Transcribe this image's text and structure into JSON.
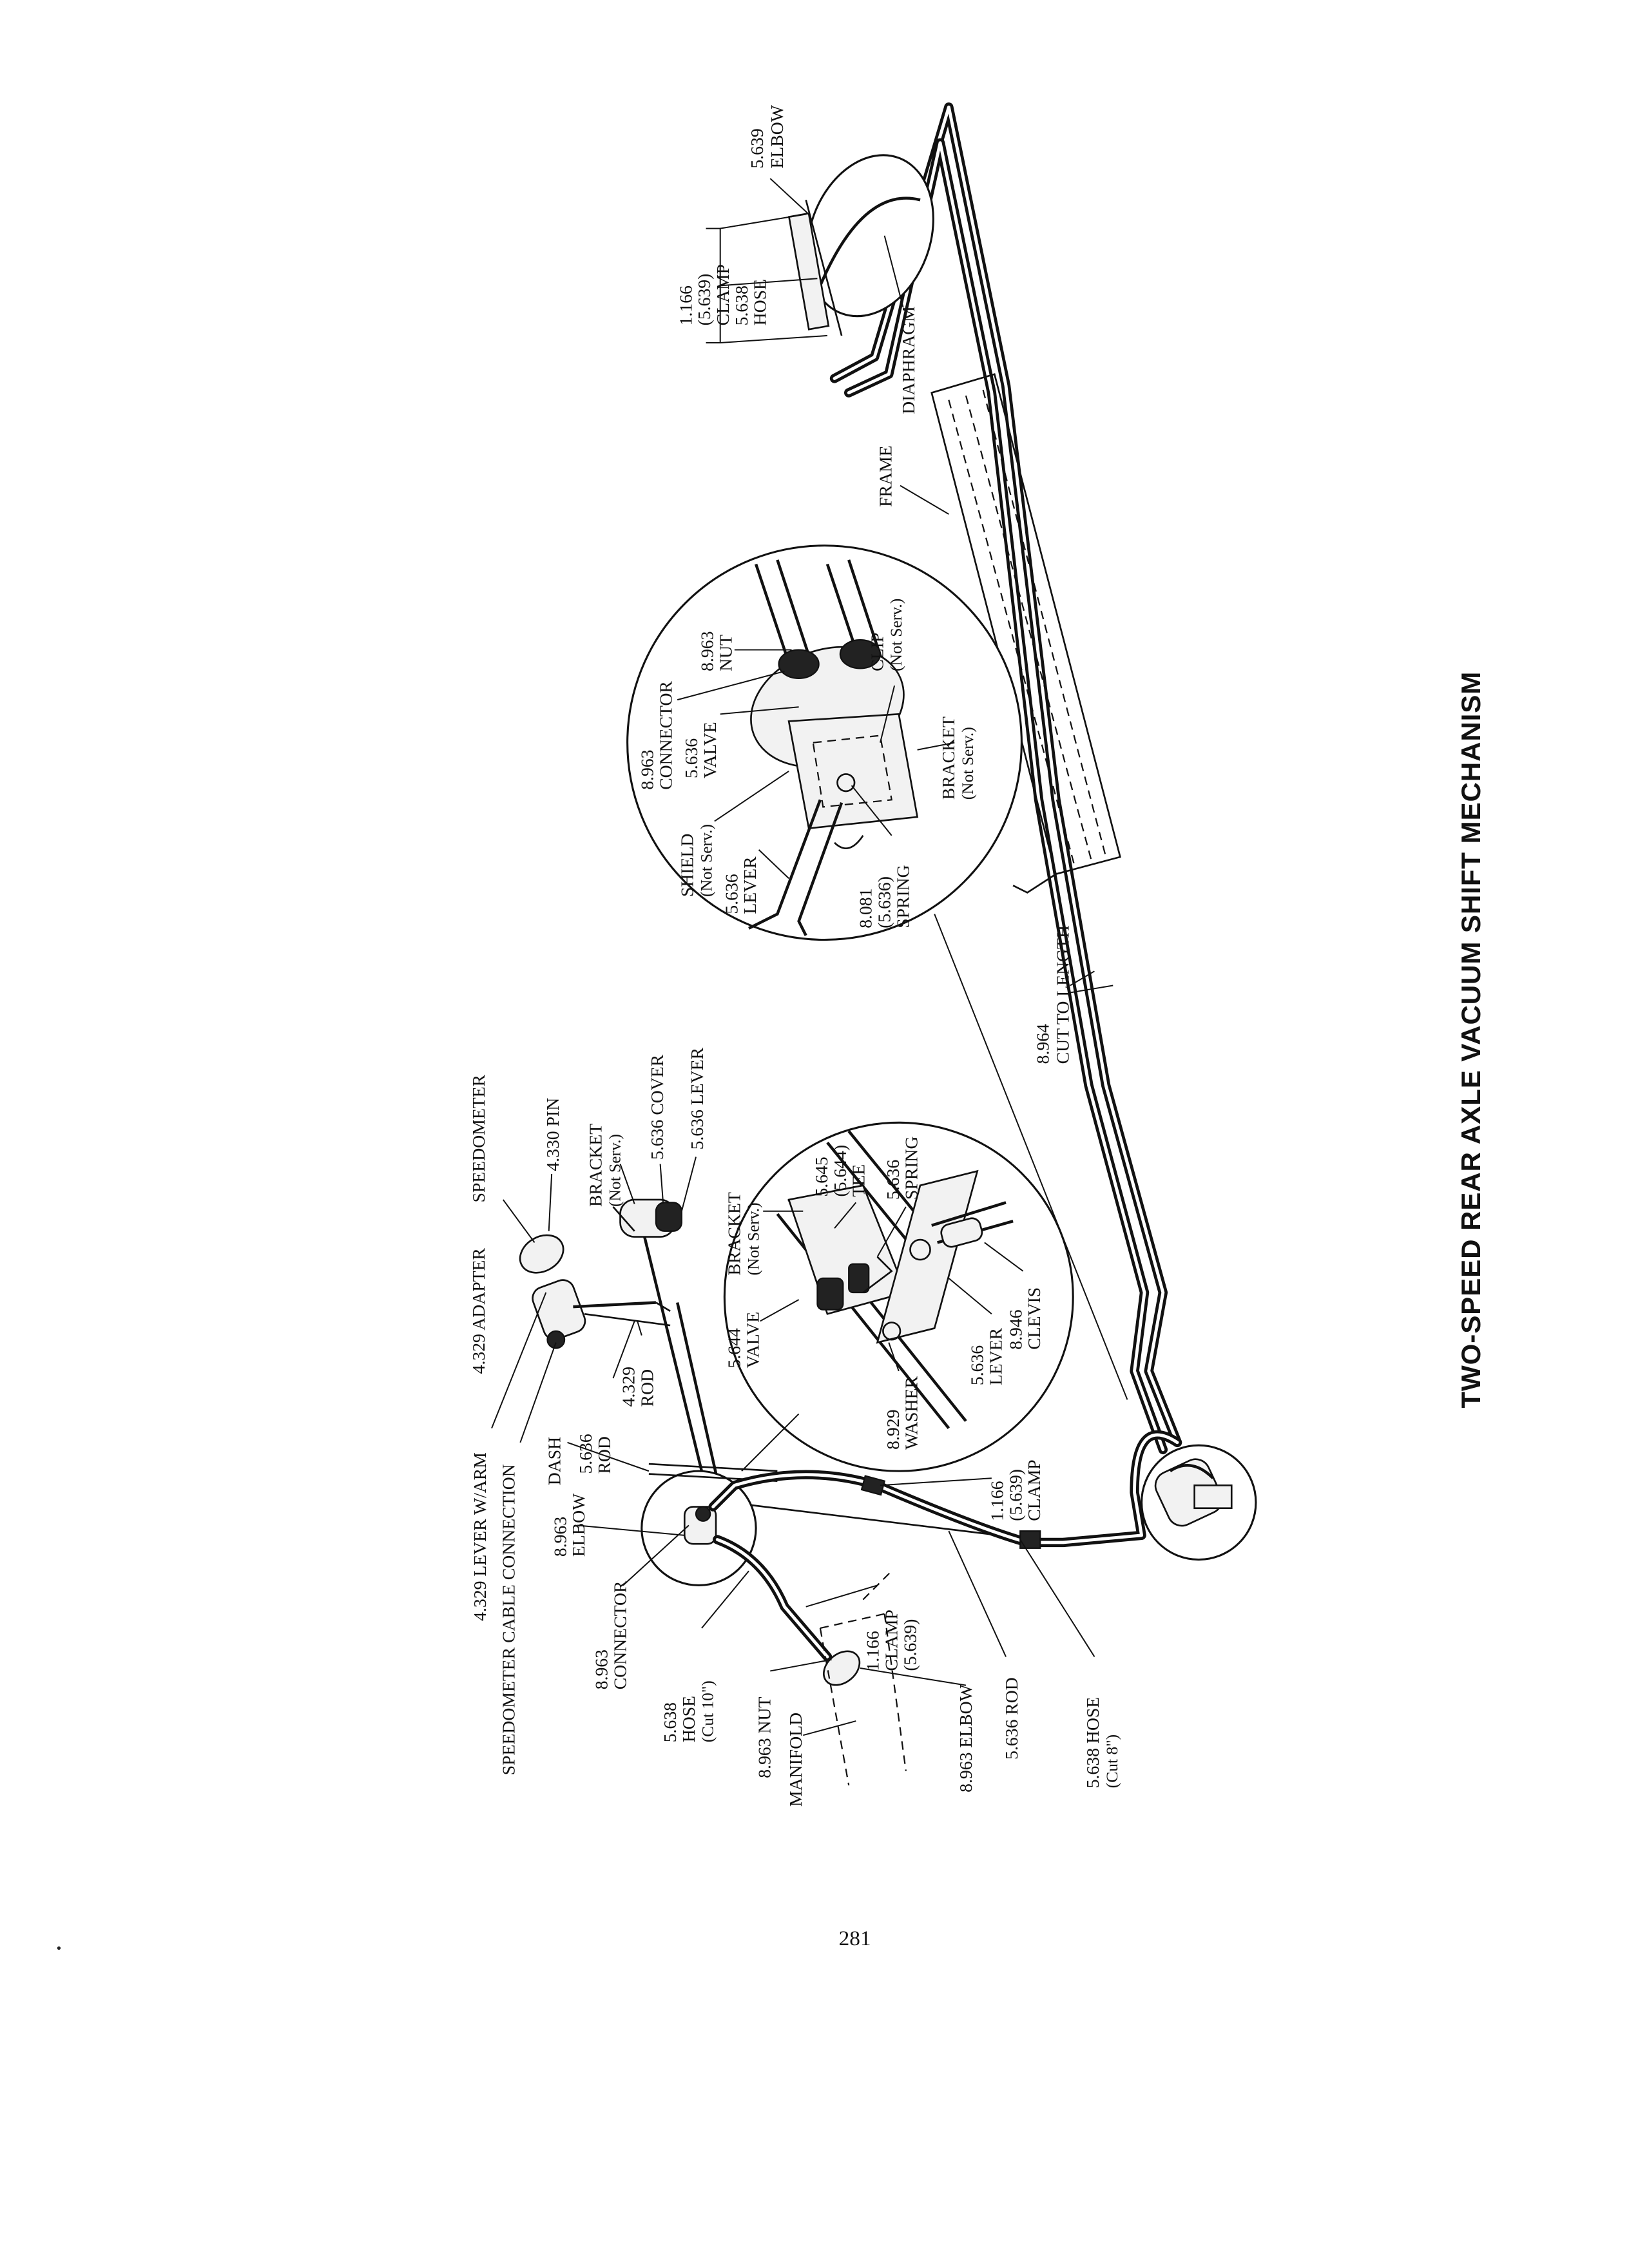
{
  "title": "TWO-SPEED REAR AXLE VACUUM SHIFT MECHANISM",
  "page_number": "281",
  "labels": {
    "speedometer": "SPEEDOMETER",
    "pin_4330": "4.330 PIN",
    "adapter_4329": "4.329 ADAPTER",
    "lever_4329": "4.329 LEVER W/ARM",
    "speedo_cable_conn": "SPEEDOMETER CABLE CONNECTION",
    "bracket_top_1": "BRACKET",
    "bracket_top_2": "(Not Serv.)",
    "cover_5636": "5.636 COVER",
    "lever_5636_top": "5.636 LEVER",
    "rod_4329_1": "4.329",
    "rod_4329_2": "ROD",
    "rod_5636_top_1": "5.636",
    "rod_5636_top_2": "ROD",
    "dash": "DASH",
    "elbow_8963_1": "8.963",
    "elbow_8963_2": "ELBOW",
    "connector_8963_1": "8.963",
    "connector_8963_2": "CONNECTOR",
    "hose_5638_l_1": "5.638",
    "hose_5638_l_2": "HOSE",
    "hose_5638_l_3": "(Cut 10\")",
    "nut_8963": "8.963 NUT",
    "manifold": "MANIFOLD",
    "clamp_1166_l_1": "1.166",
    "clamp_1166_l_2": "CLAMP",
    "clamp_1166_l_3": "(5.639)",
    "elbow_8963_low": "8.963 ELBOW",
    "rod_5636_low": "5.636 ROD",
    "hose_5638_cut8_1": "5.638 HOSE",
    "hose_5638_cut8_2": "(Cut 8\")",
    "clamp_1166_m_1": "1.166",
    "clamp_1166_m_2": "(5.639)",
    "clamp_1166_m_3": "CLAMP",
    "valve_5644_1": "5.644",
    "valve_5644_2": "VALVE",
    "bracket_mid_1": "BRACKET",
    "bracket_mid_2": "(Not Serv.)",
    "tee_5645_1": "5.645",
    "tee_5645_2": "(5.644)",
    "tee_5645_3": "TEE",
    "spring_5636_1": "5.636",
    "spring_5636_2": "SPRING",
    "washer_8929_1": "8.929",
    "washer_8929_2": "WASHER",
    "lever_5636_mid_1": "5.636",
    "lever_5636_mid_2": "LEVER",
    "clevis_8946_1": "8.946",
    "clevis_8946_2": "CLEVIS",
    "shield_1": "SHIELD",
    "shield_2": "(Not Serv.)",
    "lever_5636_det_1": "5.636",
    "lever_5636_det_2": "LEVER",
    "connector_8963_det_1": "8.963",
    "connector_8963_det_2": "CONNECTOR",
    "valve_5636_1": "5.636",
    "valve_5636_2": "VALVE",
    "nut_8963_det_1": "8.963",
    "nut_8963_det_2": "NUT",
    "clip_1": "CLIP",
    "clip_2": "(Not Serv.)",
    "bracket_det_1": "BRACKET",
    "bracket_det_2": "(Not Serv.)",
    "spring_8081_1": "8.081",
    "spring_8081_2": "(5.636)",
    "spring_8081_3": "SPRING",
    "cut_8964_1": "8.964",
    "cut_8964_2": "CUT TO LENGTH",
    "frame": "FRAME",
    "diaphragm": "DIAPHRAGM",
    "clamp_1166_r_1": "1.166",
    "clamp_1166_r_2": "(5.639)",
    "clamp_1166_r_3": "CLAMP",
    "hose_5638_r_1": "5.638",
    "hose_5638_r_2": "HOSE",
    "elbow_5639_1": "5.639",
    "elbow_5639_2": "ELBOW"
  }
}
